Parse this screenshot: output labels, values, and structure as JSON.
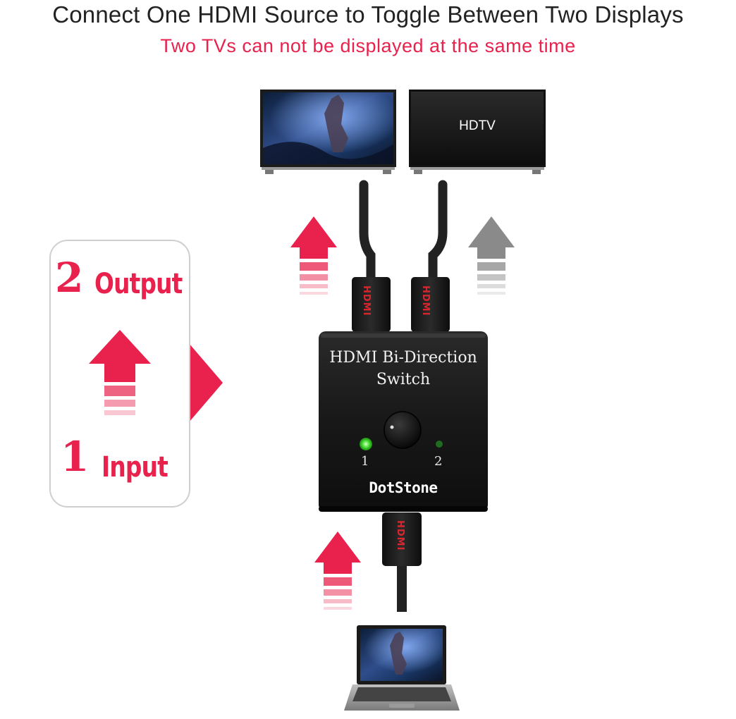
{
  "header": {
    "title": "Connect One HDMI Source to Toggle Between Two Displays",
    "subtitle": "Two TVs can not be displayed at the same time"
  },
  "legend": {
    "output_number": "2",
    "output_label": "Output",
    "input_number": "1",
    "input_label": "Input"
  },
  "displays": {
    "tv_right_label": "HDTV"
  },
  "switch": {
    "title": "HDMI Bi-Direction Switch",
    "port_1_label": "1",
    "port_2_label": "2",
    "brand": "DotStone",
    "active_port": 1
  },
  "connectors": {
    "label": "HDMI"
  },
  "colors": {
    "accent": "#e8214d",
    "inactive_arrow": "#8a8a8a",
    "switch_body": "#1a1a1a",
    "led_active": "#4ee43a",
    "led_inactive": "#1f6b1f"
  }
}
